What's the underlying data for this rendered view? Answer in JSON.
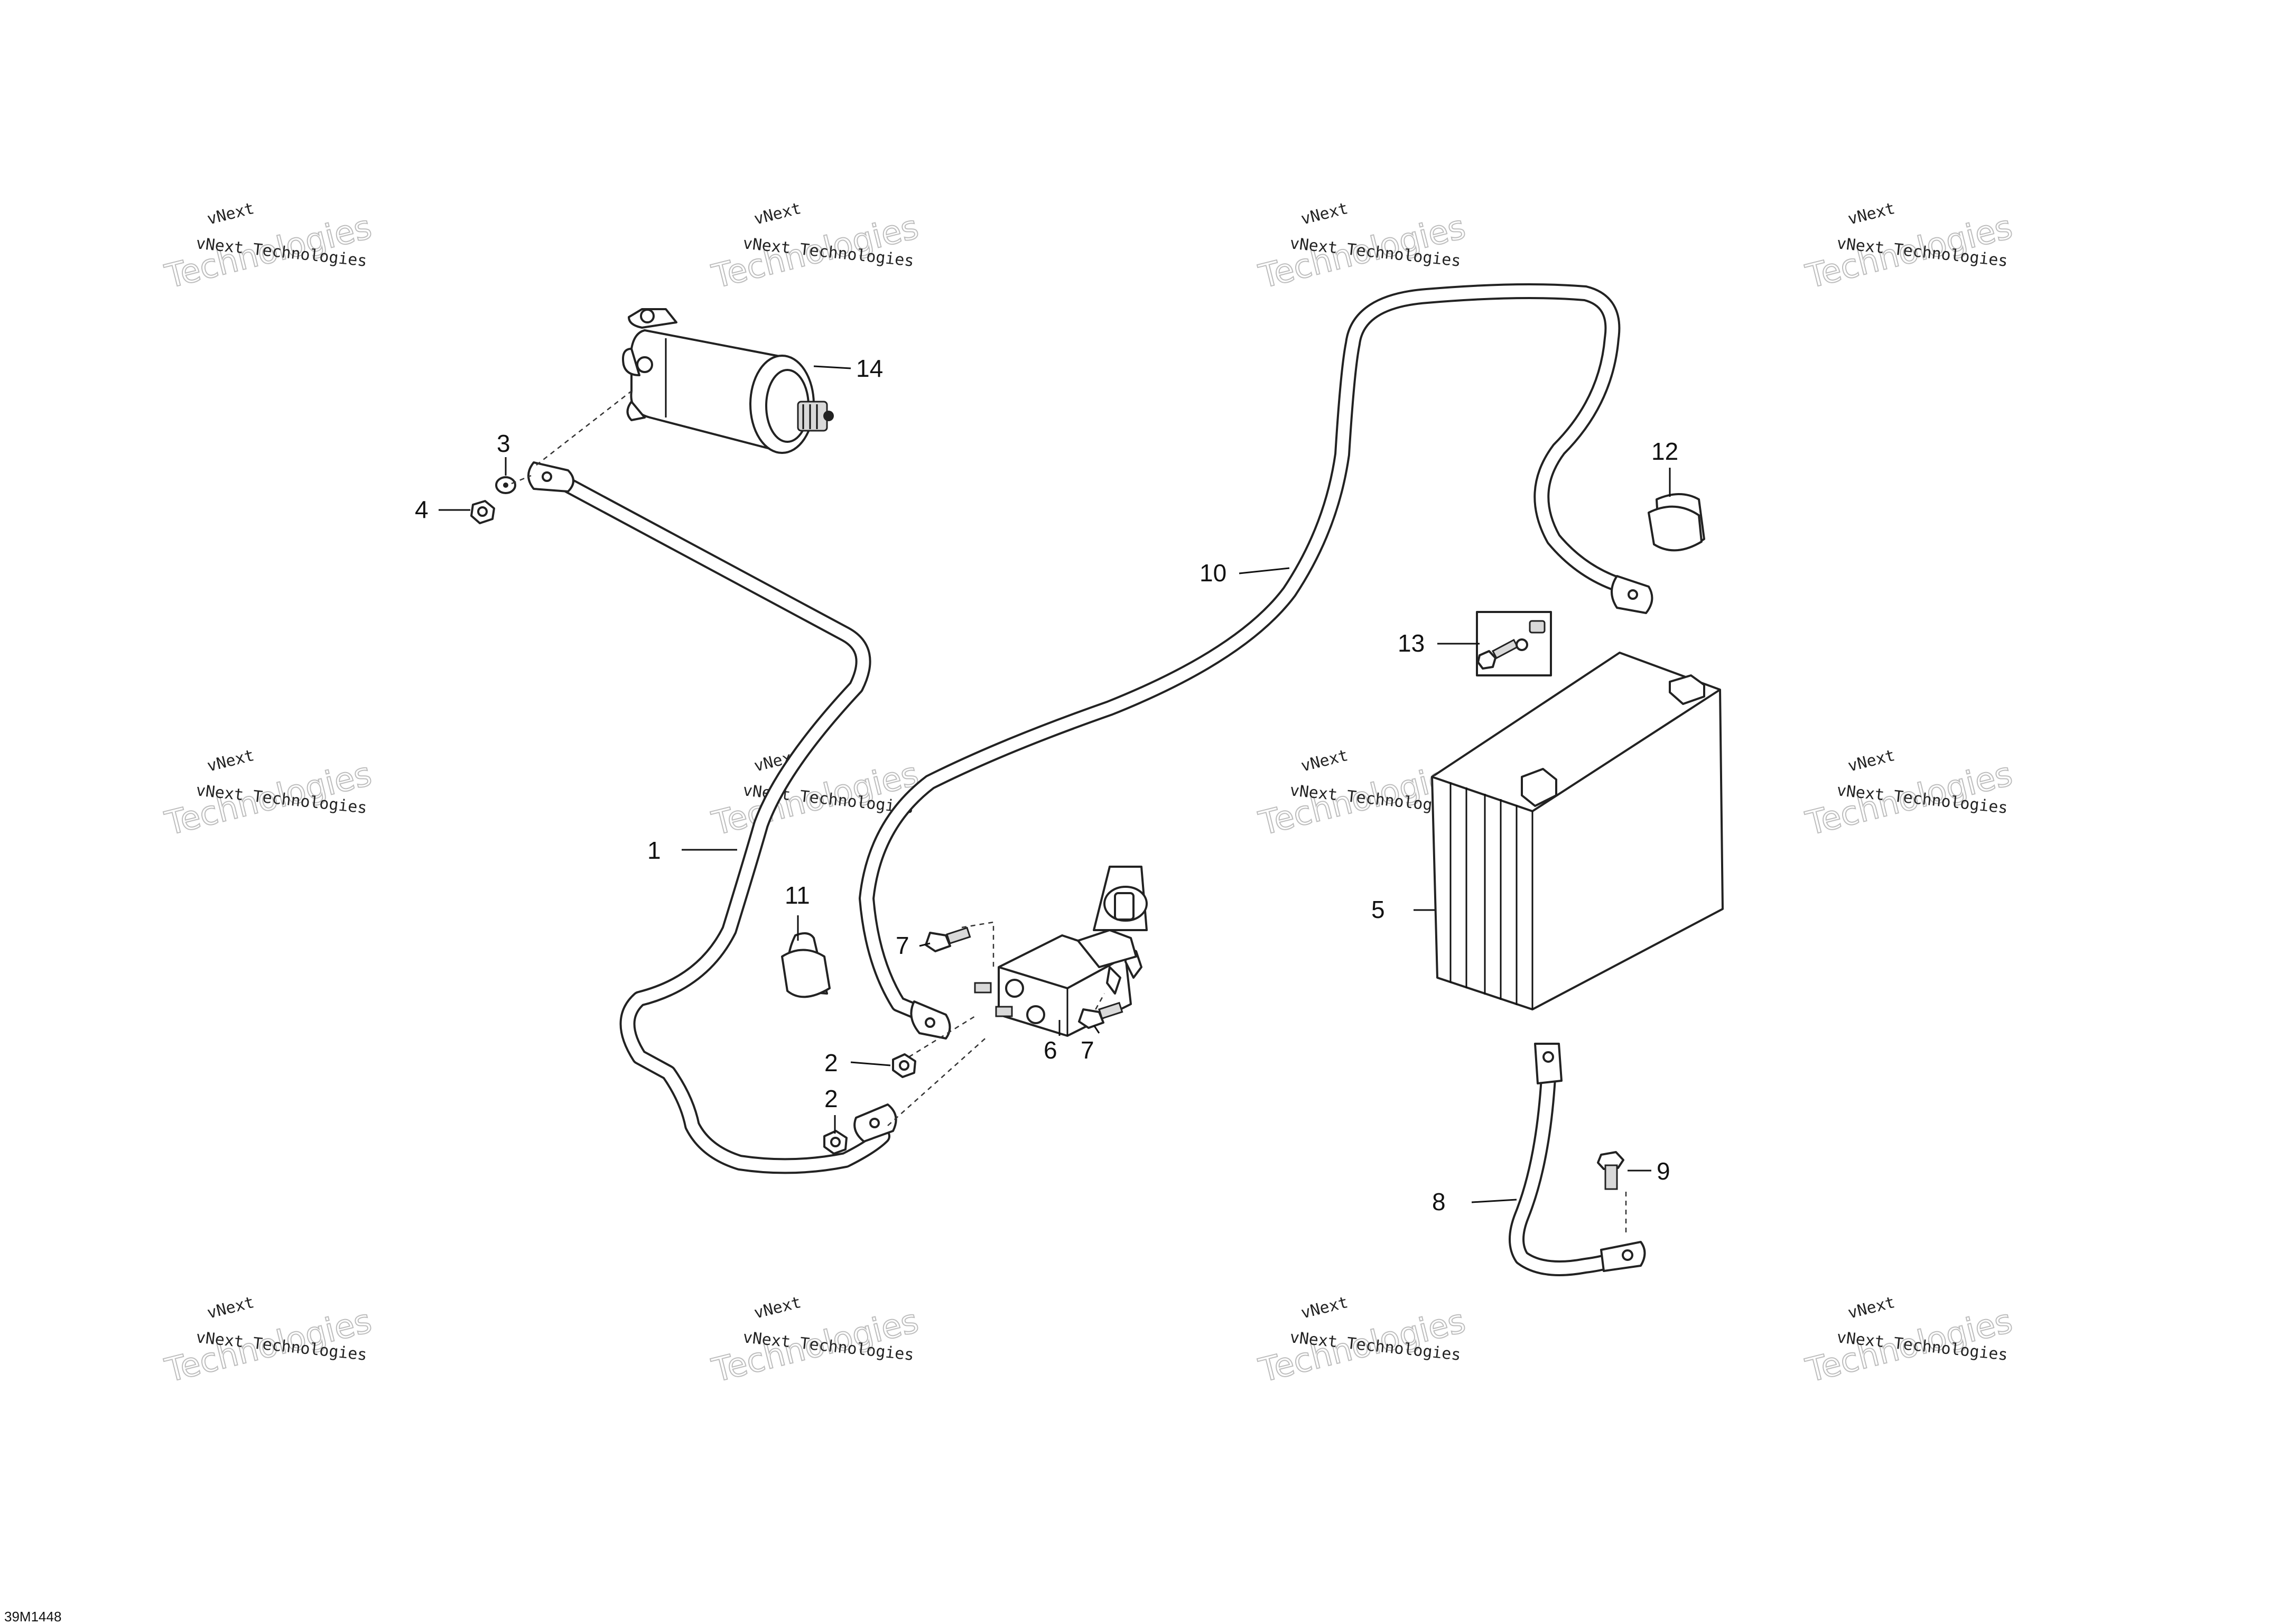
{
  "watermark": {
    "top": "vNext",
    "line": "vNext Technologies",
    "big": "Technologies"
  },
  "drawing_code": "39M1448",
  "callouts": {
    "c1": "1",
    "c2a": "2",
    "c2b": "2",
    "c3": "3",
    "c4": "4",
    "c5": "5",
    "c6": "6",
    "c7a": "7",
    "c7b": "7",
    "c8": "8",
    "c9": "9",
    "c10": "10",
    "c11": "11",
    "c12": "12",
    "c13": "13",
    "c14": "14"
  }
}
